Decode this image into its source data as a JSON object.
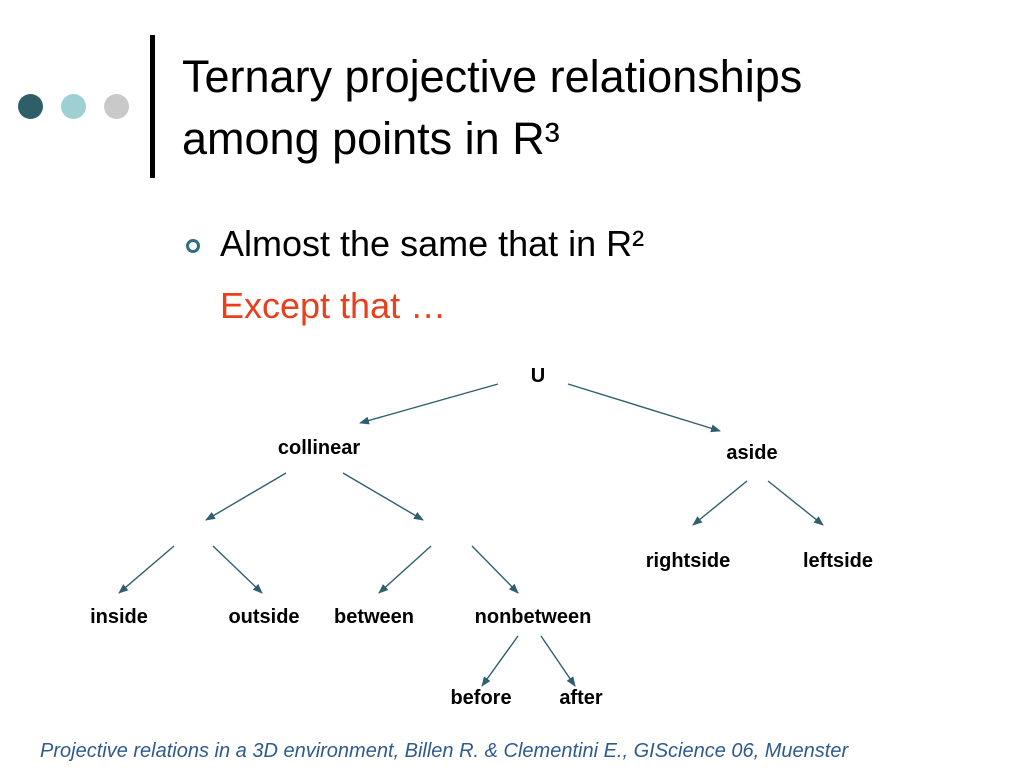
{
  "title": {
    "line1": "Ternary projective relationships",
    "line2": "among points in R³"
  },
  "bullet": {
    "text": "Almost the same that in R²",
    "sub": "Except that …"
  },
  "tree": {
    "nodes": [
      {
        "id": "u",
        "label": "U"
      },
      {
        "id": "collinear",
        "label": "collinear"
      },
      {
        "id": "aside",
        "label": "aside"
      },
      {
        "id": "inside",
        "label": "inside"
      },
      {
        "id": "outside",
        "label": "outside"
      },
      {
        "id": "between",
        "label": "between"
      },
      {
        "id": "nonbetween",
        "label": "nonbetween"
      },
      {
        "id": "rightside",
        "label": "rightside"
      },
      {
        "id": "leftside",
        "label": "leftside"
      },
      {
        "id": "before",
        "label": "before"
      },
      {
        "id": "after",
        "label": "after"
      }
    ],
    "edges": [
      {
        "from": "u",
        "to": "collinear"
      },
      {
        "from": "u",
        "to": "aside"
      },
      {
        "from": "collinear",
        "to": "collinear-left-branch"
      },
      {
        "from": "collinear",
        "to": "collinear-right-branch"
      },
      {
        "from": "collinear-left-branch",
        "to": "inside"
      },
      {
        "from": "collinear-left-branch",
        "to": "outside"
      },
      {
        "from": "collinear-right-branch",
        "to": "between"
      },
      {
        "from": "collinear-right-branch",
        "to": "nonbetween"
      },
      {
        "from": "aside",
        "to": "rightside"
      },
      {
        "from": "aside",
        "to": "leftside"
      },
      {
        "from": "nonbetween",
        "to": "before"
      },
      {
        "from": "nonbetween",
        "to": "after"
      }
    ]
  },
  "footer": "Projective relations in a 3D environment, Billen R. & Clementini E., GIScience 06, Muenster",
  "colors": {
    "dot_dark": "#2e5f68",
    "dot_mid": "#9ecfd3",
    "dot_light": "#c9c9c9",
    "accent_text": "#e8401c",
    "footer_text": "#2f5a8f",
    "bullet": "#2f6f84",
    "edge": "#2f5f6f"
  }
}
